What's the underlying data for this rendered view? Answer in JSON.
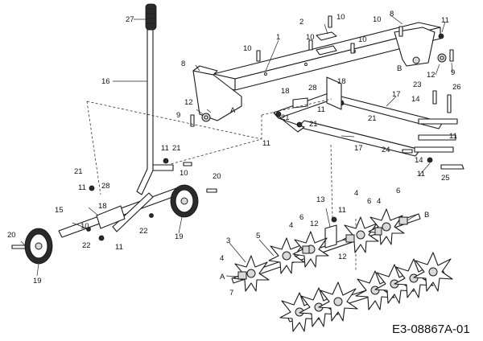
{
  "diagram": {
    "drawing_code": "E3-08867A-01",
    "callouts": [
      "1",
      "2",
      "3",
      "4",
      "5",
      "6",
      "7",
      "8",
      "9",
      "10",
      "11",
      "12",
      "13",
      "14",
      "15",
      "16",
      "17",
      "18",
      "19",
      "20",
      "21",
      "22",
      "23",
      "24",
      "25",
      "26",
      "27",
      "28"
    ],
    "connection_markers": [
      "A",
      "B"
    ],
    "parts": {
      "handle_grip": "27",
      "handle_tube": "16",
      "spine_beam": "1",
      "side_bracket": "8",
      "mount_plate": "2",
      "drawbar_arm": "17",
      "tine_star": "3",
      "axle": "5",
      "spacer": "6",
      "bearing_housing": "13",
      "wheel": "19",
      "wheel_bolt": "20",
      "wheel_frame": "15",
      "bracket_plate": "18",
      "hitch_pin": "25"
    }
  }
}
